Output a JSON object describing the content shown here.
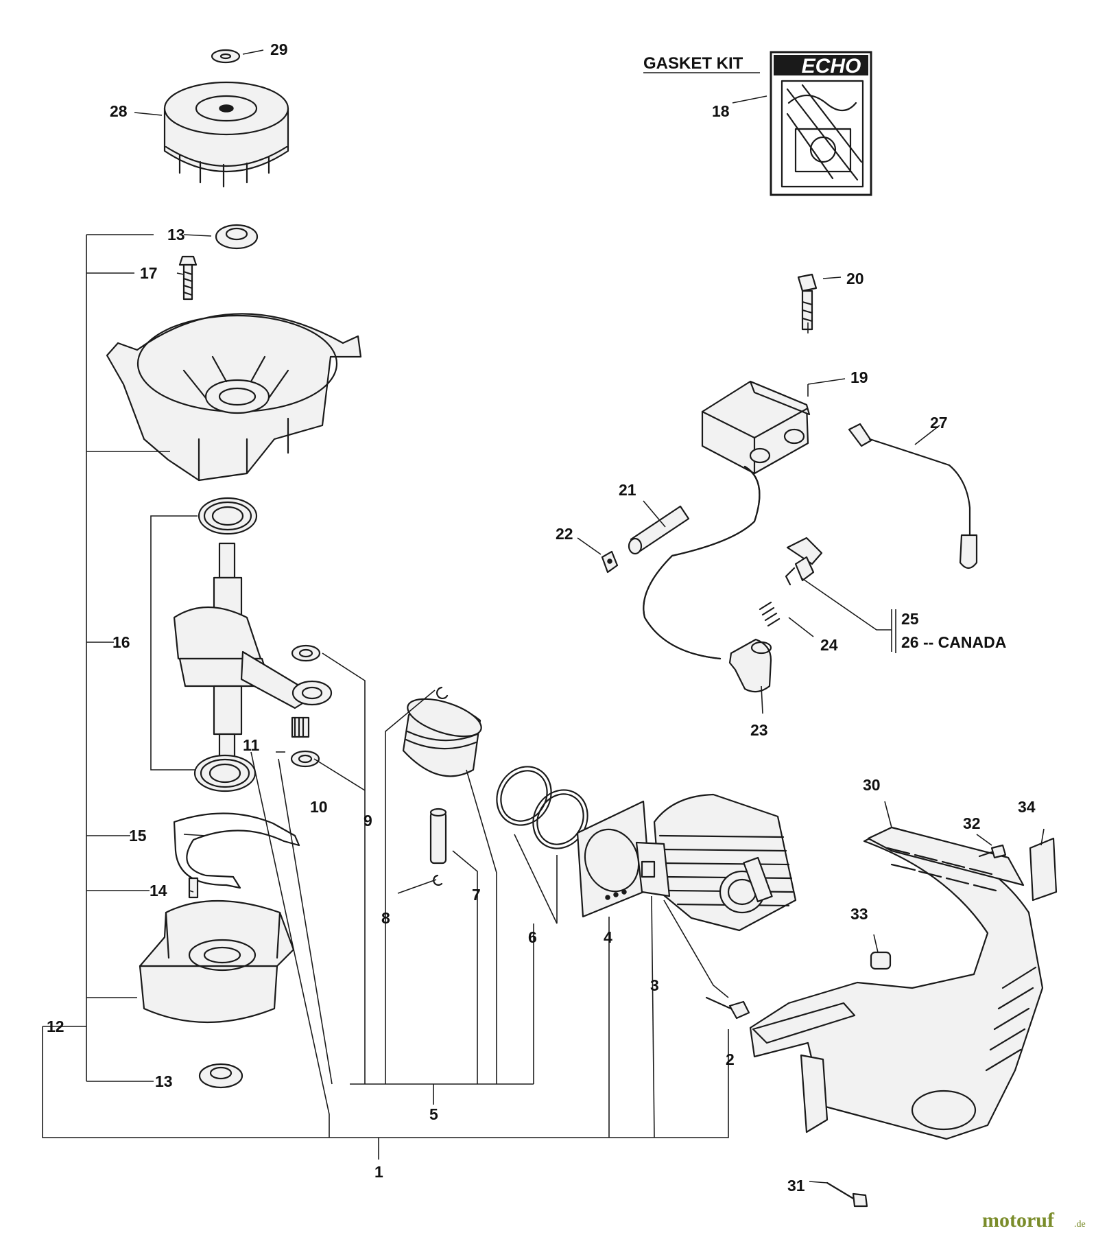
{
  "gasket_kit": {
    "title": "GASKET KIT",
    "brand": "ECHO"
  },
  "callouts": {
    "n1": "1",
    "n2": "2",
    "n3": "3",
    "n4": "4",
    "n5": "5",
    "n6": "6",
    "n7": "7",
    "n8": "8",
    "n9": "9",
    "n10": "10",
    "n11": "11",
    "n12": "12",
    "n13": "13",
    "n14": "14",
    "n15": "15",
    "n16": "16",
    "n17": "17",
    "n18": "18",
    "n19": "19",
    "n20": "20",
    "n21": "21",
    "n22": "22",
    "n23": "23",
    "n24": "24",
    "n25": "25",
    "n26": "26 -- CANADA",
    "n27": "27",
    "n28": "28",
    "n29": "29",
    "n30": "30",
    "n31": "31",
    "n32": "32",
    "n33": "33",
    "n34": "34"
  },
  "watermark": {
    "name": "motoruf",
    "tld": ".de"
  }
}
